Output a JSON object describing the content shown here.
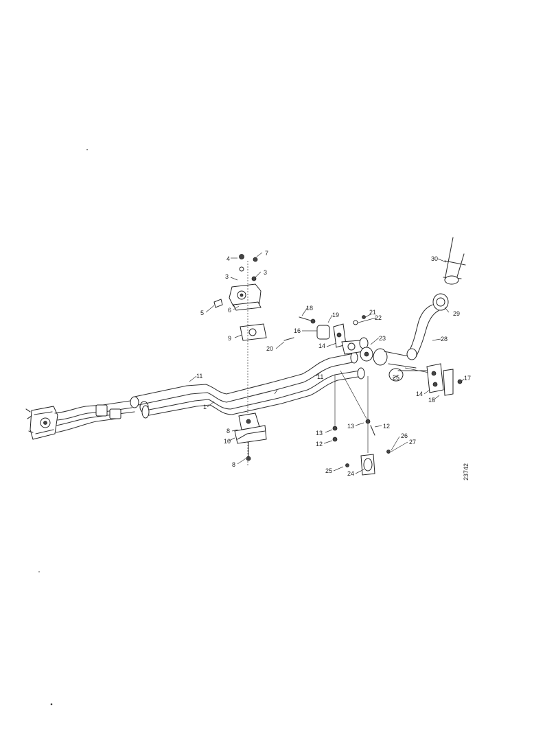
{
  "diagram": {
    "drawing_number": "23742",
    "part_labels": [
      {
        "id": "p30",
        "text": "30"
      },
      {
        "id": "p4",
        "text": "4"
      },
      {
        "id": "p7",
        "text": "7"
      },
      {
        "id": "p3",
        "text": "3"
      },
      {
        "id": "p3b",
        "text": "3"
      },
      {
        "id": "p29a",
        "text": "29"
      },
      {
        "id": "p5",
        "text": "5"
      },
      {
        "id": "p6",
        "text": "6"
      },
      {
        "id": "p18",
        "text": "18"
      },
      {
        "id": "p19",
        "text": "19"
      },
      {
        "id": "p21",
        "text": "21"
      },
      {
        "id": "p22",
        "text": "22"
      },
      {
        "id": "p16",
        "text": "16"
      },
      {
        "id": "p9",
        "text": "9"
      },
      {
        "id": "p20",
        "text": "20"
      },
      {
        "id": "p14a",
        "text": "14"
      },
      {
        "id": "p23",
        "text": "23"
      },
      {
        "id": "p28",
        "text": "28"
      },
      {
        "id": "p25",
        "text": "25"
      },
      {
        "id": "p11a",
        "text": "11"
      },
      {
        "id": "p11b",
        "text": "11"
      },
      {
        "id": "p1",
        "text": "1"
      },
      {
        "id": "p17",
        "text": "17"
      },
      {
        "id": "p14b",
        "text": "14"
      },
      {
        "id": "p15",
        "text": "15"
      },
      {
        "id": "p8",
        "text": "8"
      },
      {
        "id": "p10",
        "text": "10"
      },
      {
        "id": "p13a",
        "text": "13"
      },
      {
        "id": "p12a",
        "text": "12"
      },
      {
        "id": "p13b",
        "text": "13"
      },
      {
        "id": "p12b",
        "text": "12"
      },
      {
        "id": "p26",
        "text": "26"
      },
      {
        "id": "p27",
        "text": "27"
      },
      {
        "id": "p8b",
        "text": "8"
      },
      {
        "id": "p25b",
        "text": "25"
      },
      {
        "id": "p24",
        "text": "24"
      }
    ]
  }
}
